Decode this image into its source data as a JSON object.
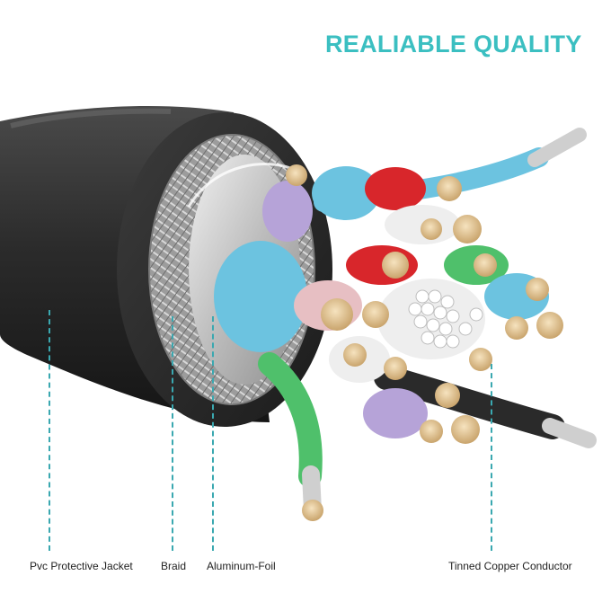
{
  "headline": "REALIABLE QUALITY",
  "labels": {
    "jacket": "Pvc Protective Jacket",
    "braid": "Braid",
    "foil": "Aluminum-Foil",
    "conductor": "Tinned Copper Conductor"
  },
  "colors": {
    "headline": "#3bbfc1",
    "leader": "#3aa8b0",
    "label_text": "#222222",
    "jacket": "#2d2d2d",
    "foil": "#c9c9c9",
    "copper": "#e2c79a",
    "wire_blue": "#6cc3e0",
    "wire_red": "#d8262b",
    "wire_purple": "#b6a3d8",
    "wire_green": "#4fc06b",
    "wire_white": "#eeeeee",
    "wire_black": "#2a2a2a",
    "wire_pink": "#e7bfc3"
  }
}
